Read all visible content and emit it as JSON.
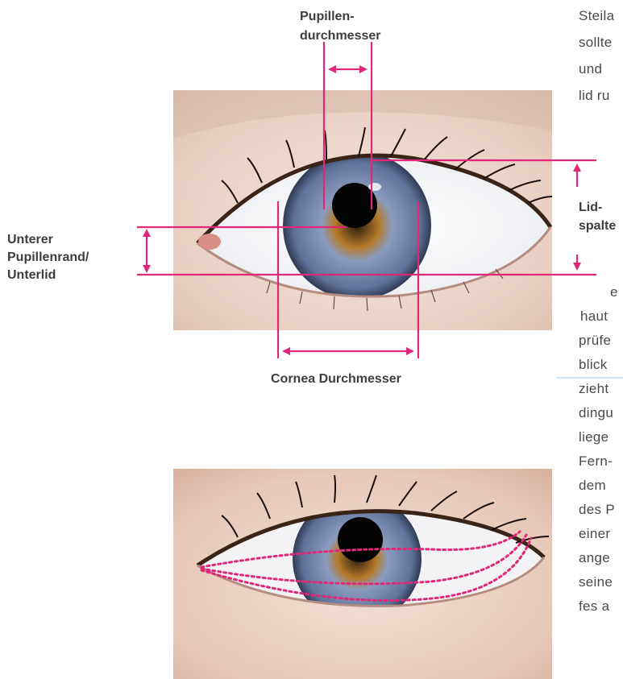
{
  "labels": {
    "pupil_diameter_line1": "Pupillen-",
    "pupil_diameter_line2": "durchmesser",
    "lid_fissure_line1": "Lid-",
    "lid_fissure_line2": "spalte",
    "lower_line1": "Unterer",
    "lower_line2": "Pupillenrand/",
    "lower_line3": "Unterlid",
    "cornea": "Cornea Durchmesser"
  },
  "body_text_top": [
    "Steila",
    "sollte",
    "und",
    "lid ru"
  ],
  "body_text_bottom": [
    "e",
    "haut",
    "prüfe",
    "blick",
    "zieht",
    "dingu",
    "liege",
    "Fern-",
    "dem",
    "des P",
    "einer",
    "ange",
    "seine",
    "fes a"
  ],
  "colors": {
    "accent": "#e0287a",
    "skin": "#e9cfc2",
    "iris": "#6d7fa5",
    "text": "#4a4a4a"
  }
}
